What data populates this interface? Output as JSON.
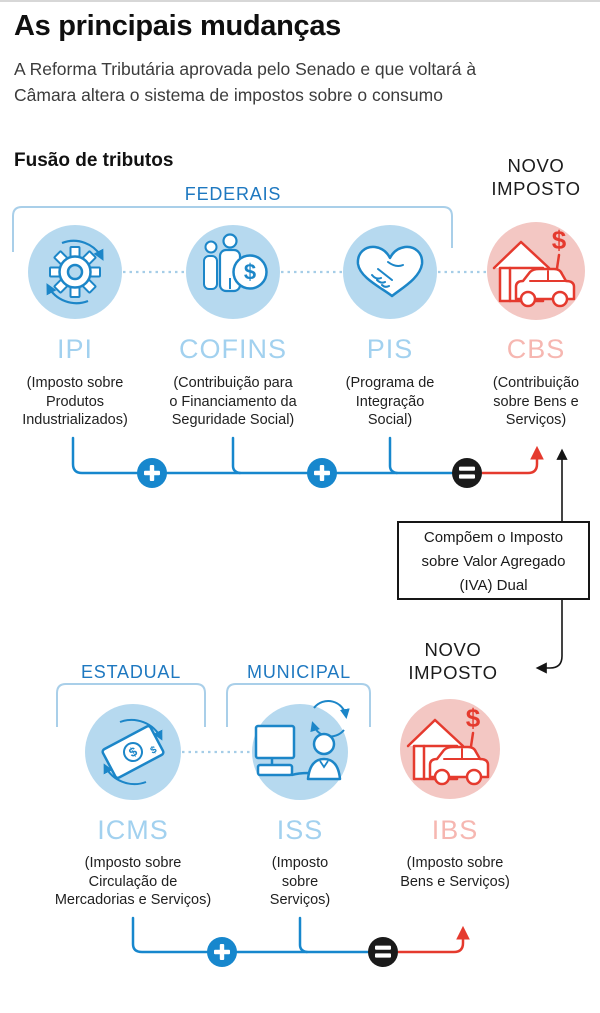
{
  "header": {
    "title": "As principais mudanças",
    "subtitle": "A Reforma Tributária aprovada pelo Senado e que voltará à\nCâmara altera o sistema de impostos sobre o consumo"
  },
  "federal": {
    "heading": "Fusão de tributos",
    "group_label": "FEDERAIS",
    "new_tax_label": "NOVO\nIMPOSTO",
    "taxes": [
      {
        "name": "IPI",
        "description": "(Imposto sobre\nProdutos\nIndustrializados)",
        "icon": "gear-sync-icon"
      },
      {
        "name": "COFINS",
        "description": "(Contribuição para\no Financiamento da\nSeguridade Social)",
        "icon": "people-coin-icon"
      },
      {
        "name": "PIS",
        "description": "(Programa de\nIntegração\nSocial)",
        "icon": "handshake-heart-icon"
      }
    ],
    "result": {
      "name": "CBS",
      "description": "(Contribuição\nsobre Bens e\nServiços)",
      "icon": "house-car-dollar-icon"
    }
  },
  "iva_note": "Compõem o Imposto\nsobre Valor Agregado\n(IVA) Dual",
  "state_municipal": {
    "group_label_state": "ESTADUAL",
    "group_label_municipal": "MUNICIPAL",
    "new_tax_label": "NOVO\nIMPOSTO",
    "taxes": [
      {
        "name": "ICMS",
        "description": "(Imposto sobre\nCirculação de\nMercadorias e Serviços)",
        "icon": "money-bill-sync-icon"
      },
      {
        "name": "ISS",
        "description": "(Imposto\nsobre\nServiços)",
        "icon": "computer-worker-icon"
      }
    ],
    "result": {
      "name": "IBS",
      "description": "(Imposto sobre\nBens e Serviços)",
      "icon": "house-car-dollar-icon"
    }
  },
  "icons": {
    "plus": "+",
    "equals": "=",
    "dollar": "$"
  },
  "colors": {
    "equation_blue": "#1787cd",
    "icon_blue": "#1c86c8",
    "circle_blue": "#b6d9ef",
    "circle_pink": "#f3c7c3",
    "accent_red": "#e53a2e",
    "label_blue": "#1e78c0",
    "pale_blue_name": "#a2d1ef",
    "pale_pink_name": "#f6b7b1",
    "operator_black": "#1a1a1a"
  }
}
